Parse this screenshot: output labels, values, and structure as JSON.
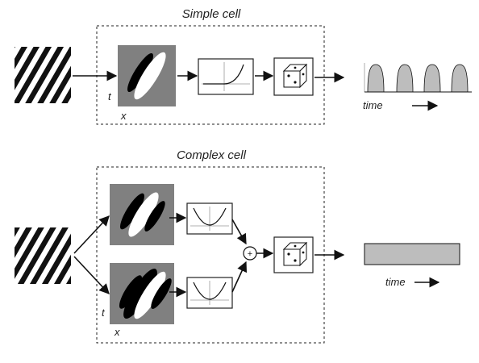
{
  "simple": {
    "title": "Simple cell",
    "axis_t": "t",
    "axis_x": "x",
    "time_label": "time"
  },
  "complex": {
    "title": "Complex cell",
    "axis_t": "t",
    "axis_x": "x",
    "time_label": "time"
  },
  "sum_symbol": "+",
  "colors": {
    "filter_bg": "#808080",
    "response_fill": "#bdbdbd",
    "line": "#111111"
  },
  "icons": [
    "grating-stimulus",
    "receptive-field-filter",
    "expansive-nonlinearity",
    "squaring-nonlinearity",
    "dice-icon",
    "sum-node",
    "spike-response",
    "sustained-response"
  ]
}
